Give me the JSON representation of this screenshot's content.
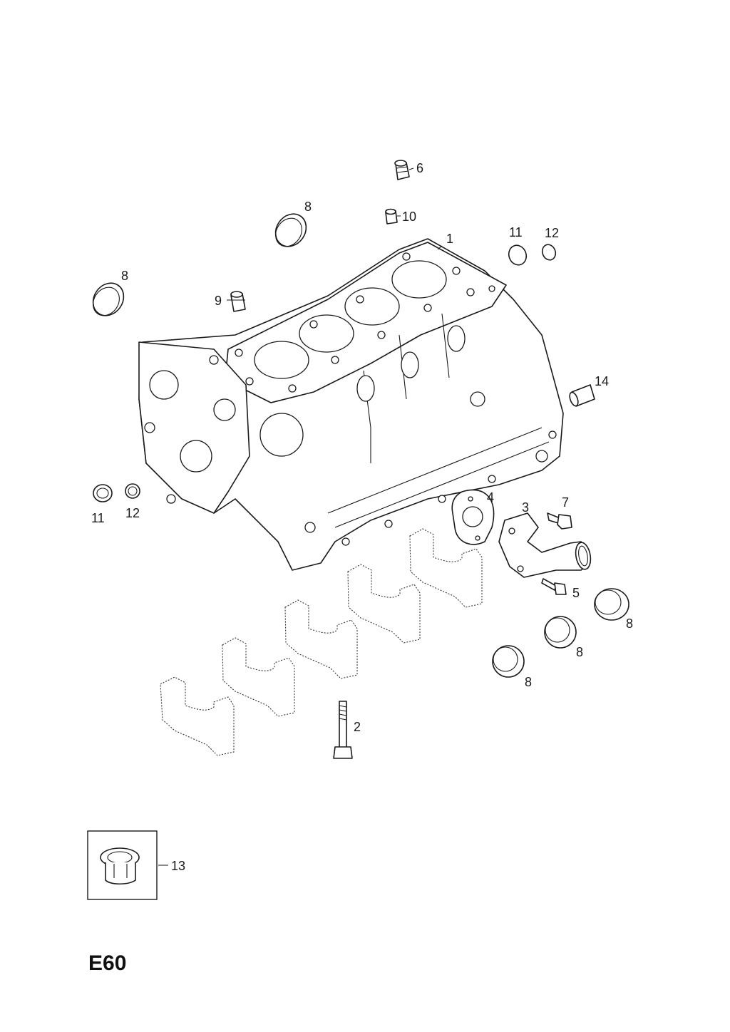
{
  "callouts": {
    "c1": "1",
    "c2": "2",
    "c3": "3",
    "c4": "4",
    "c5": "5",
    "c6": "6",
    "c7": "7",
    "c8a": "8",
    "c8b": "8",
    "c8c": "8",
    "c8d": "8",
    "c8e": "8",
    "c9": "9",
    "c10": "10",
    "c11a": "11",
    "c11b": "11",
    "c12a": "12",
    "c12b": "12",
    "c13": "13",
    "c14": "14"
  },
  "page_code": "E60"
}
